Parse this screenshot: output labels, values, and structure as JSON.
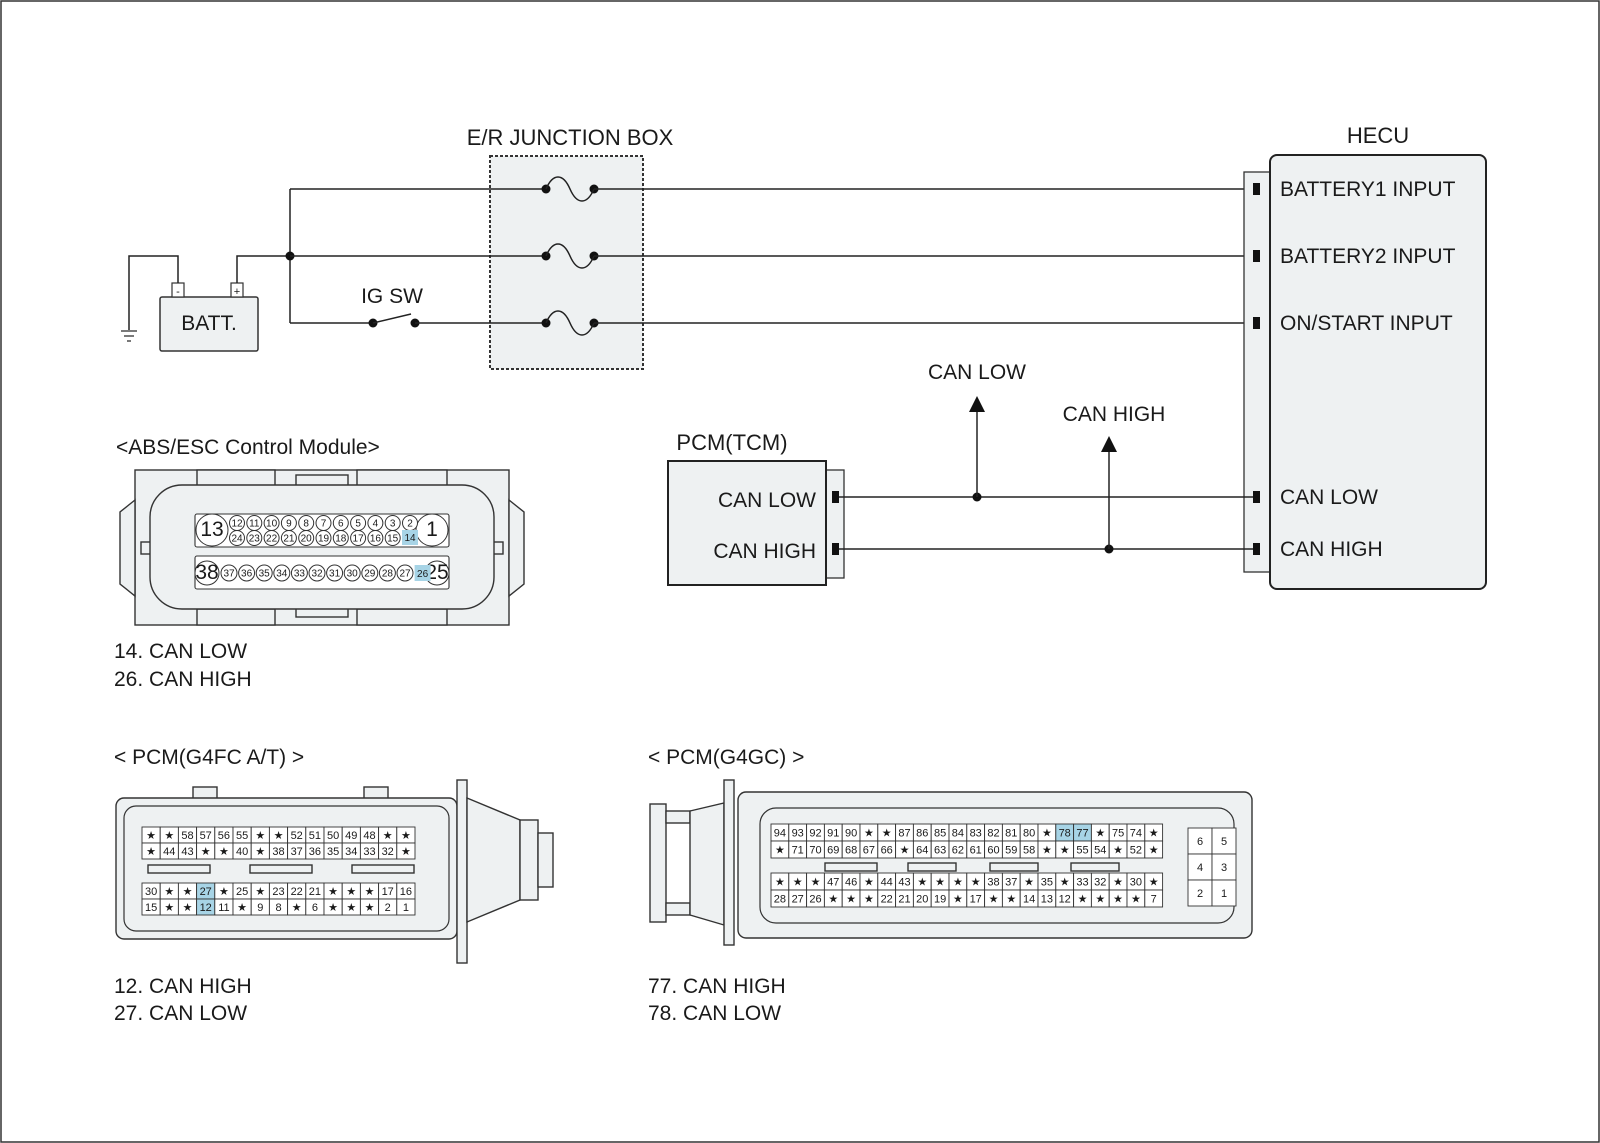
{
  "diagram": {
    "junction_box": {
      "title": "E/R JUNCTION BOX"
    },
    "battery": {
      "label": "BATT.",
      "minus": "-",
      "plus": "+"
    },
    "ig_switch": {
      "label": "IG SW"
    },
    "hecu": {
      "title": "HECU",
      "inputs": [
        "BATTERY1 INPUT",
        "BATTERY2 INPUT",
        "ON/START INPUT"
      ],
      "can_low": "CAN LOW",
      "can_high": "CAN HIGH"
    },
    "pcm_tcm": {
      "title": "PCM(TCM)",
      "can_low": "CAN LOW",
      "can_high": "CAN HIGH"
    },
    "can_low_arrow": "CAN LOW",
    "can_high_arrow": "CAN HIGH"
  },
  "abs_connector": {
    "title": "<ABS/ESC Control Module>",
    "row1_big": [
      "13",
      "1"
    ],
    "row1a": [
      "12",
      "11",
      "10",
      "9",
      "8",
      "7",
      "6",
      "5",
      "4",
      "3",
      "2"
    ],
    "row1b": [
      "24",
      "23",
      "22",
      "21",
      "20",
      "19",
      "18",
      "17",
      "16",
      "15",
      "14"
    ],
    "row2": [
      "38",
      "37",
      "36",
      "35",
      "34",
      "33",
      "32",
      "31",
      "30",
      "29",
      "28",
      "27",
      "26",
      "25"
    ],
    "highlight": [
      "14",
      "26"
    ],
    "legend": [
      "14. CAN LOW",
      "26. CAN HIGH"
    ]
  },
  "pcm_g4fc": {
    "title": "< PCM(G4FC A/T) >",
    "top_rows": [
      [
        "★",
        "★",
        "58",
        "57",
        "56",
        "55",
        "★",
        "★",
        "52",
        "51",
        "50",
        "49",
        "48",
        "★",
        "★"
      ],
      [
        "★",
        "44",
        "43",
        "★",
        "★",
        "40",
        "★",
        "38",
        "37",
        "36",
        "35",
        "34",
        "33",
        "32",
        "★"
      ]
    ],
    "bottom_rows": [
      [
        "30",
        "★",
        "★",
        "27",
        "★",
        "25",
        "★",
        "23",
        "22",
        "21",
        "★",
        "★",
        "★",
        "17",
        "16"
      ],
      [
        "15",
        "★",
        "★",
        "12",
        "11",
        "★",
        "9",
        "8",
        "★",
        "6",
        "★",
        "★",
        "★",
        "2",
        "1"
      ]
    ],
    "highlight": [
      "27",
      "12"
    ],
    "legend": [
      "12. CAN HIGH",
      "27. CAN LOW"
    ]
  },
  "pcm_g4gc": {
    "title": "< PCM(G4GC) >",
    "top_rows": [
      [
        "94",
        "93",
        "92",
        "91",
        "90",
        "★",
        "★",
        "87",
        "86",
        "85",
        "84",
        "83",
        "82",
        "81",
        "80",
        "★",
        "78",
        "77",
        "★",
        "75",
        "74",
        "★"
      ],
      [
        "★",
        "71",
        "70",
        "69",
        "68",
        "67",
        "66",
        "★",
        "64",
        "63",
        "62",
        "61",
        "60",
        "59",
        "58",
        "★",
        "★",
        "55",
        "54",
        "★",
        "52",
        "★"
      ]
    ],
    "bottom_rows": [
      [
        "★",
        "★",
        "★",
        "47",
        "46",
        "★",
        "44",
        "43",
        "★",
        "★",
        "★",
        "★",
        "38",
        "37",
        "★",
        "35",
        "★",
        "33",
        "32",
        "★",
        "30",
        "★"
      ],
      [
        "28",
        "27",
        "26",
        "★",
        "★",
        "★",
        "22",
        "21",
        "20",
        "19",
        "★",
        "17",
        "★",
        "★",
        "14",
        "13",
        "12",
        "★",
        "★",
        "★",
        "★",
        "7"
      ]
    ],
    "small_block": [
      [
        "6",
        "5"
      ],
      [
        "4",
        "3"
      ],
      [
        "2",
        "1"
      ]
    ],
    "highlight": [
      "78",
      "77"
    ],
    "legend": [
      "77. CAN HIGH",
      "78. CAN LOW"
    ]
  }
}
